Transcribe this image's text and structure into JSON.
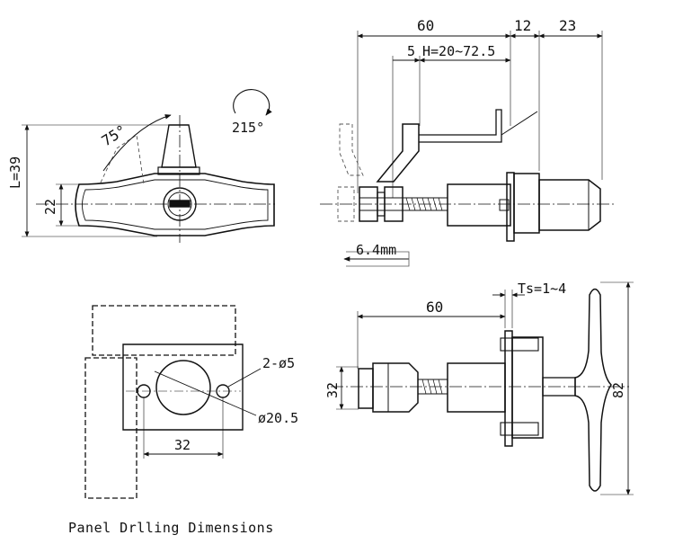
{
  "colors": {
    "ink": "#111111",
    "hidden": "#555555",
    "background": "#ffffff"
  },
  "front_view": {
    "angle_75": "75°",
    "angle_215": "215°",
    "dim_height": "L=39",
    "dim_body": "22"
  },
  "side_view_top": {
    "dim_60": "60",
    "dim_12": "12",
    "dim_23": "23",
    "dim_5": "5",
    "dim_h": "H=20~72.5",
    "dim_64": "6.4mm"
  },
  "drilling_view": {
    "dim_holes": "2-ø5",
    "dim_bore": "ø20.5",
    "dim_spacing": "32"
  },
  "side_view_bottom": {
    "dim_60": "60",
    "dim_ts": "Ts=1~4",
    "dim_32": "32",
    "dim_82": "82"
  },
  "caption": "Panel Drlling Dimensions"
}
